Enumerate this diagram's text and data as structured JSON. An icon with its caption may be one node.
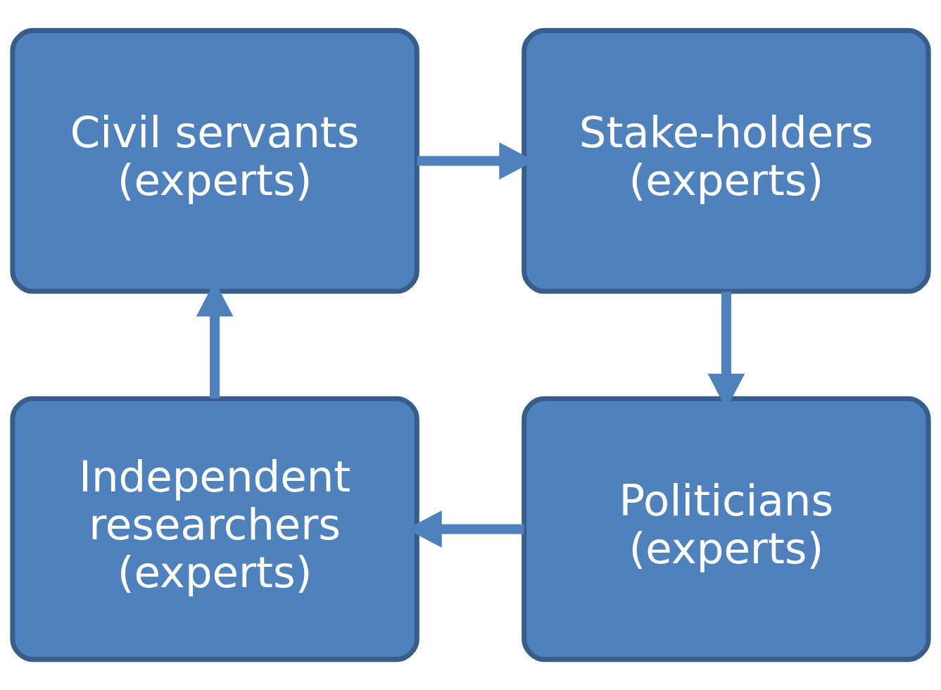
{
  "diagram": {
    "nodes": [
      {
        "text": [
          "Civil servants (experts)"
        ]
      },
      {
        "text": [
          "Stake-holders (experts)"
        ]
      },
      {
        "text": [
          "Independent researchers (experts)"
        ]
      },
      {
        "text": [
          "Politicians (experts)"
        ]
      }
    ],
    "edges": [
      {
        "from": 0,
        "to": 1,
        "arrow": "to"
      },
      {
        "from": 1,
        "to": 3,
        "arrow": "to"
      },
      {
        "from": 3,
        "to": 2,
        "arrow": "to"
      },
      {
        "from": 2,
        "to": 0,
        "arrow": "to"
      }
    ]
  }
}
